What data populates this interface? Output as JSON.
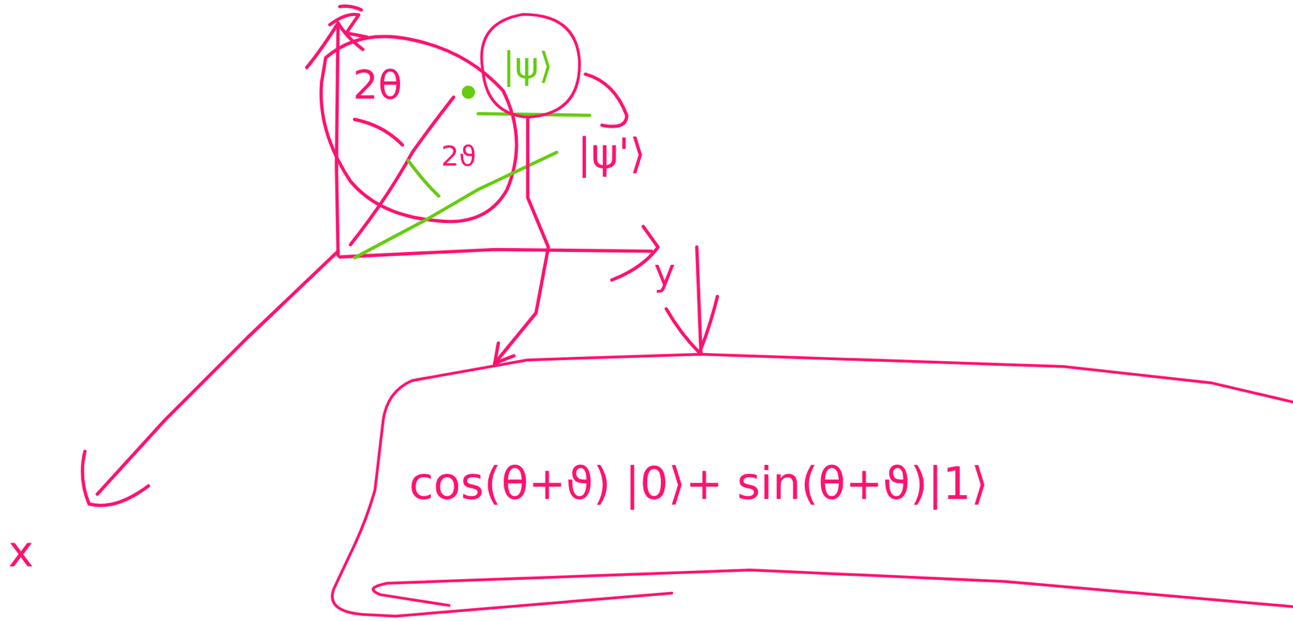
{
  "diagram": {
    "nodes": [
      {
        "text": [
          "|ψ⟩"
        ]
      },
      {
        "text": [
          "cos(θ+ϑ) |0⟩+ sin(θ+ϑ)|1⟩"
        ]
      }
    ],
    "edges": [
      {
        "from": 0,
        "to": 1,
        "arrow": "to"
      }
    ],
    "labels": [
      "2θ",
      "2ϑ",
      "|ψ'⟩",
      "x",
      "y"
    ]
  }
}
